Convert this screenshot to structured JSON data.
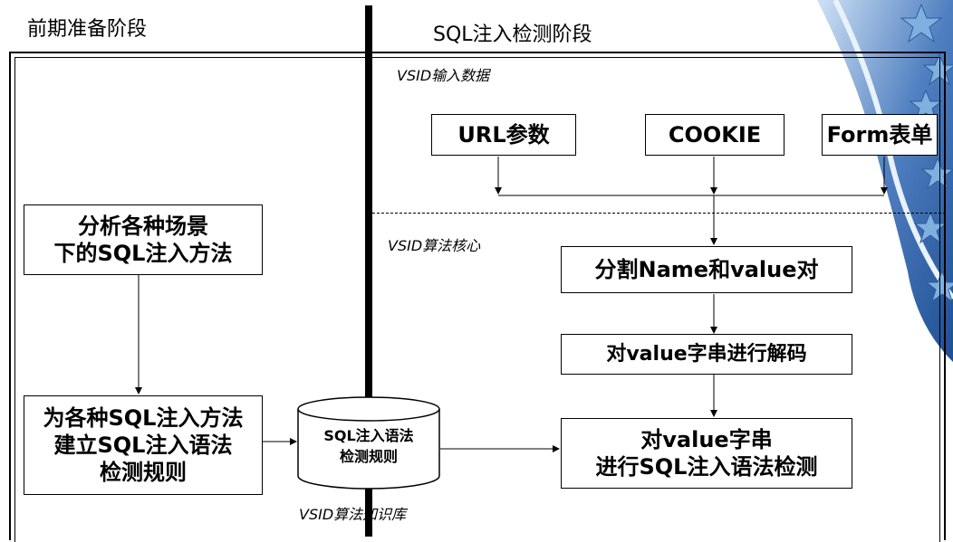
{
  "sections": {
    "prep_title": "前期准备阶段",
    "detect_title": "SQL注入检测阶段"
  },
  "zones": {
    "input": "VSID输入数据",
    "core": "VSID算法核心",
    "knowledge": "VSID算法知识库"
  },
  "inputs": {
    "url": "URL参数",
    "cookie": "COOKIE",
    "form": "Form表单"
  },
  "prep": {
    "analyze": "分析各种场景\n下的SQL注入方法",
    "build": "为各种SQL注入方法\n建立SQL注入语法\n检测规则"
  },
  "knowledge_base": {
    "label": "SQL注入语法\n检测规则"
  },
  "core": {
    "split": "分割Name和value对",
    "decode": "对value字串进行解码",
    "detect": "对value字串\n进行SQL注入语法检测"
  },
  "colors": {
    "deco_blue": "#3f6fb3",
    "deco_light": "#9dc1e6",
    "line": "#000000"
  }
}
